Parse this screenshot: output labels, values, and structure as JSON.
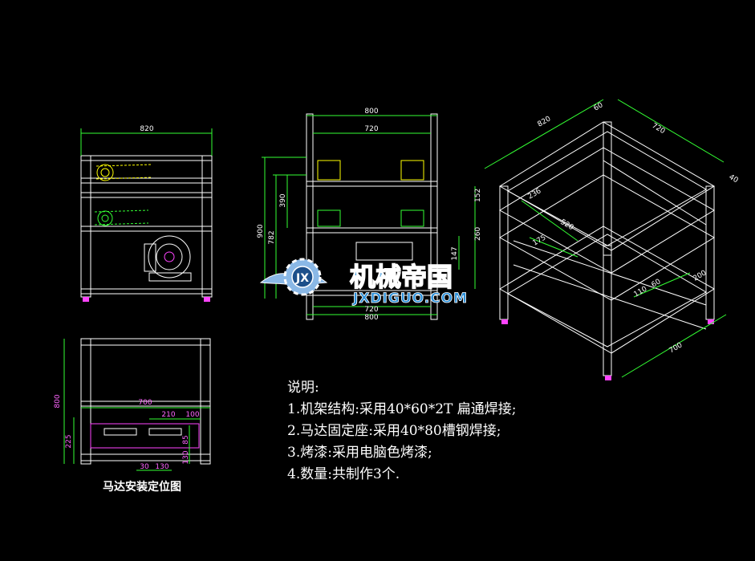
{
  "front_view": {
    "width_dim": "820"
  },
  "side_view": {
    "outer_dim": "800",
    "inner_dim": "720",
    "bottom_inner_dim": "720",
    "bottom_outer_dim": "800",
    "height_dims": [
      "900",
      "782",
      "390",
      "147"
    ]
  },
  "iso_view": {
    "dims": [
      "820",
      "60",
      "720",
      "40",
      "152",
      "260",
      "236",
      "520",
      "175",
      "110",
      "60",
      "200",
      "700"
    ]
  },
  "motor_view": {
    "height_dim": "800",
    "bottom_height_dim": "225",
    "width_dim": "700",
    "top_dims": [
      "210",
      "100"
    ],
    "side_dims": [
      "85",
      "130"
    ],
    "bottom_dims": [
      "30",
      "130"
    ],
    "caption": "马达安装定位图"
  },
  "logo": {
    "cn": "机械帝国",
    "en": "JXDIGUO.COM"
  },
  "notes": {
    "title": "说明:",
    "items": [
      "1.机架结构:采用40*60*2T 扁通焊接;",
      "2.马达固定座:采用40*80槽钢焊接;",
      "3.烤漆:采用电脑色烤漆;",
      "4.数量:共制作3个."
    ]
  },
  "colors": {
    "frame": "#ffffff",
    "dimension": "#33ff33",
    "hidden": "#ff44ff",
    "highlight": "#ffff00",
    "logo": "#2a8fd9"
  }
}
